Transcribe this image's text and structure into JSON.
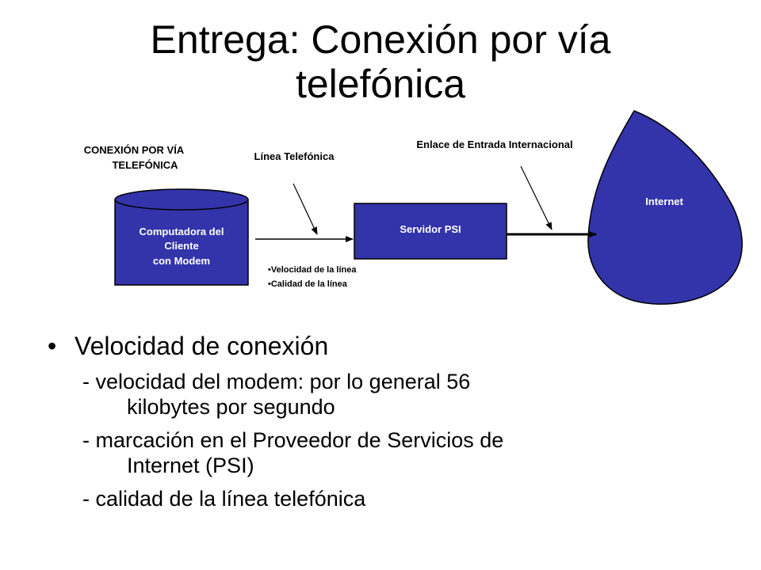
{
  "title": {
    "line1": "Entrega:  Conexión por vía",
    "line2": "telefónica"
  },
  "diagram": {
    "conexion_label_1": "CONEXIÓN POR VÍA",
    "conexion_label_2": "TELEFÓNICA",
    "linea_telefonica": "Línea Telefónica",
    "enlace": "Enlace de Entrada Internacional",
    "internet": "Internet",
    "servidor": "Servidor PSI",
    "computadora_1": "Computadora del",
    "computadora_2": "Cliente",
    "computadora_3": "con Modem",
    "line_notes": [
      "•Velocidad de la línea",
      "•Calidad de la línea"
    ],
    "colors": {
      "node_fill": "#3333aa",
      "node_stroke": "#000000",
      "node_text": "#ffffff"
    }
  },
  "bullets": {
    "main": "Velocidad de conexión",
    "subs": [
      {
        "l1": "- velocidad del modem: por lo general 56",
        "l2": "kilobytes por segundo"
      },
      {
        "l1": "- marcación en el Proveedor de Servicios de",
        "l2": "Internet (PSI)"
      },
      {
        "l1": "- calidad de la línea telefónica",
        "l2": ""
      }
    ]
  }
}
